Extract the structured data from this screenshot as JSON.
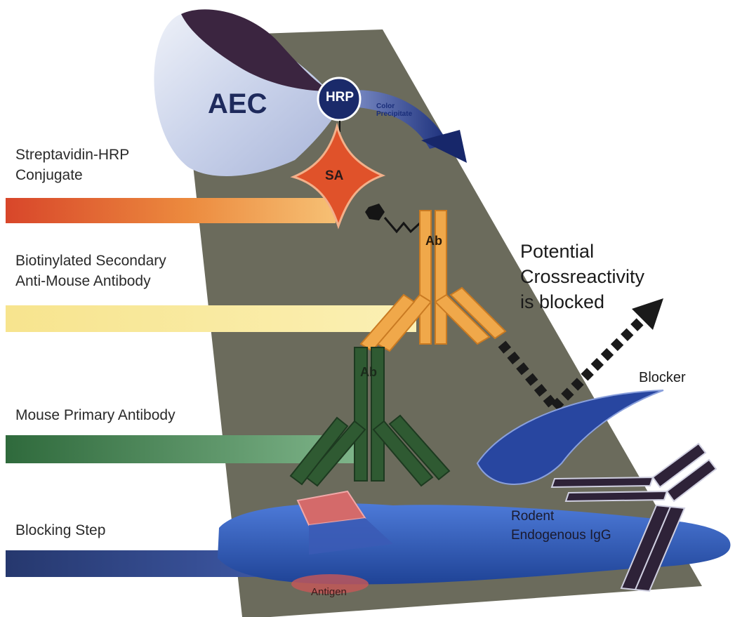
{
  "steps": [
    {
      "label_lines": [
        "Streptavidin-HRP",
        "Conjugate"
      ]
    },
    {
      "label_lines": [
        "Biotinylated Secondary",
        "Anti-Mouse Antibody"
      ]
    },
    {
      "label_lines": [
        "Mouse Primary Antibody"
      ]
    },
    {
      "label_lines": [
        "Blocking Step"
      ]
    }
  ],
  "molecules": {
    "aec": "AEC",
    "hrp": "HRP",
    "color_precipitate_lines": [
      "Color",
      "Precipitate"
    ],
    "sa": "SA",
    "secondary_ab": "Ab",
    "primary_ab": "Ab",
    "antigen": "Antigen",
    "blocker": "Blocker",
    "endogenous_lines": [
      "Rodent",
      "Endogenous IgG"
    ]
  },
  "annotation": {
    "crossreactivity_lines": [
      "Potential",
      "Crossreactivity",
      "is blocked"
    ]
  },
  "colors": {
    "streptavidin_bar": "#e07a3a",
    "secondary_bar": "#f5e28a",
    "primary_bar": "#3e7a4a",
    "blocking_bar": "#2c3f7a",
    "background_wedge": "#6b6b5c",
    "aec_cone": "#c9d2ea",
    "hrp_circle": "#1a2a6a",
    "sa_star": "#e0522a",
    "secondary_antibody": "#f0a84a",
    "primary_antibody": "#2f5a32",
    "tissue": "#2f5fbf",
    "antigen": "#c85858",
    "blocker": "#2846a0",
    "endogenous_igg": "#2e2238"
  }
}
